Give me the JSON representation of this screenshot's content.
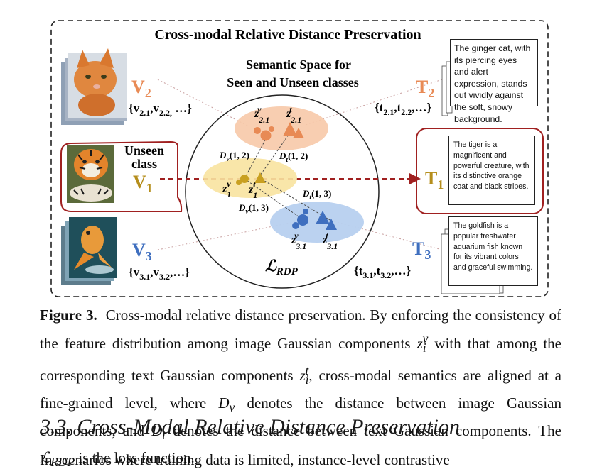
{
  "figure": {
    "title": "Cross-modal Relative Distance Preservation",
    "semantic_space_label_line1": "Semantic Space for",
    "semantic_space_label_line2": "Seen and Unseen classes",
    "unseen_label_line1": "Unseen",
    "unseen_label_line2": "class",
    "loss_label": "ℒ",
    "loss_subscript": "RDP",
    "colors": {
      "orange": "#e88a55",
      "yellow": "#c9a020",
      "blue": "#3f6fbf",
      "dark_red": "#a02020",
      "orange_cluster_bg": "#f7c9a8",
      "yellow_cluster_bg": "#f8e3a0",
      "blue_cluster_bg": "#b7d0ef"
    },
    "classes": {
      "v2": {
        "label": "V",
        "sub": "2",
        "set": "{v",
        "set_sub1": "2.1",
        "set_mid": ",v",
        "set_sub2": "2.2,",
        "set_end": " …}"
      },
      "v1": {
        "label": "V",
        "sub": "1"
      },
      "v3": {
        "label": "V",
        "sub": "3",
        "set": "{v",
        "set_sub1": "3.1",
        "set_mid": ",v",
        "set_sub2": "3.2",
        "set_end": ",…}"
      },
      "t2": {
        "label": "T",
        "sub": "2",
        "set": "{t",
        "set_sub1": "2.1",
        "set_mid": ",t",
        "set_sub2": "2.2",
        "set_end": ",…}"
      },
      "t1": {
        "label": "T",
        "sub": "1"
      },
      "t3": {
        "label": "T",
        "sub": "3",
        "set": "{t",
        "set_sub1": "3.1",
        "set_mid": ",t",
        "set_sub2": "3.2",
        "set_end": ",…}"
      }
    },
    "components": {
      "z21v": {
        "base": "z",
        "sup": "v",
        "sub": "2.1"
      },
      "z21t": {
        "base": "z",
        "sup": "t",
        "sub": "2.1"
      },
      "z1v": {
        "base": "z",
        "sup": "v",
        "sub": "1"
      },
      "z1t": {
        "base": "z",
        "sup": "t",
        "sub": "1"
      },
      "z31v": {
        "base": "z",
        "sup": "v",
        "sub": "3.1"
      },
      "z31t": {
        "base": "z",
        "sup": "t",
        "sub": "3.1"
      }
    },
    "distances": {
      "dv12": {
        "base": "D",
        "sub": "v",
        "arg": "(1, 2)"
      },
      "dt12": {
        "base": "D",
        "sub": "t",
        "arg": "(1, 2)"
      },
      "dt13": {
        "base": "D",
        "sub": "t",
        "arg": "(1, 3)"
      },
      "dv13": {
        "base": "D",
        "sub": "v",
        "arg": "(1, 3)"
      }
    },
    "text_boxes": {
      "t2": "The ginger cat, with its piercing eyes and alert expression, stands out vividly against the soft, snowy background.",
      "t1": "The tiger is a magnificent and powerful creature, with its distinctive orange coat and black stripes.",
      "t3": "The goldfish is a popular freshwater aquarium fish known for its vibrant colors and graceful swimming."
    },
    "image_icons": {
      "v2": "ginger-cat-photo",
      "v1": "tiger-photo",
      "v3": "goldfish-photo"
    }
  },
  "caption": {
    "label": "Figure 3.",
    "part1": "Cross-modal relative distance preservation. By enforcing the consistency of the feature distribution among image Gaussian components ",
    "zv_base": "z",
    "zv_sub": "i",
    "zv_sup": "v",
    "part2": " with that among the corresponding text Gaussian components ",
    "zt_base": "z",
    "zt_sub": "i",
    "zt_sup": "t",
    "part3": ", cross-modal semantics are aligned at a fine-grained level, where ",
    "dv_base": "D",
    "dv_sub": "v",
    "part4": " denotes the distance between image Gaussian components, and ",
    "dt_base": "D",
    "dt_sub": "t",
    "part5": " denotes the distance between text Gaussian components. The ",
    "loss_base": "ℒ",
    "loss_sub": "RDP",
    "part6": " is the loss function."
  },
  "section": {
    "heading": "3.3. Cross-Modal Relative Distance Preservation"
  },
  "body": {
    "line1": "In scenarios where training data is limited, instance-level contrastive"
  }
}
